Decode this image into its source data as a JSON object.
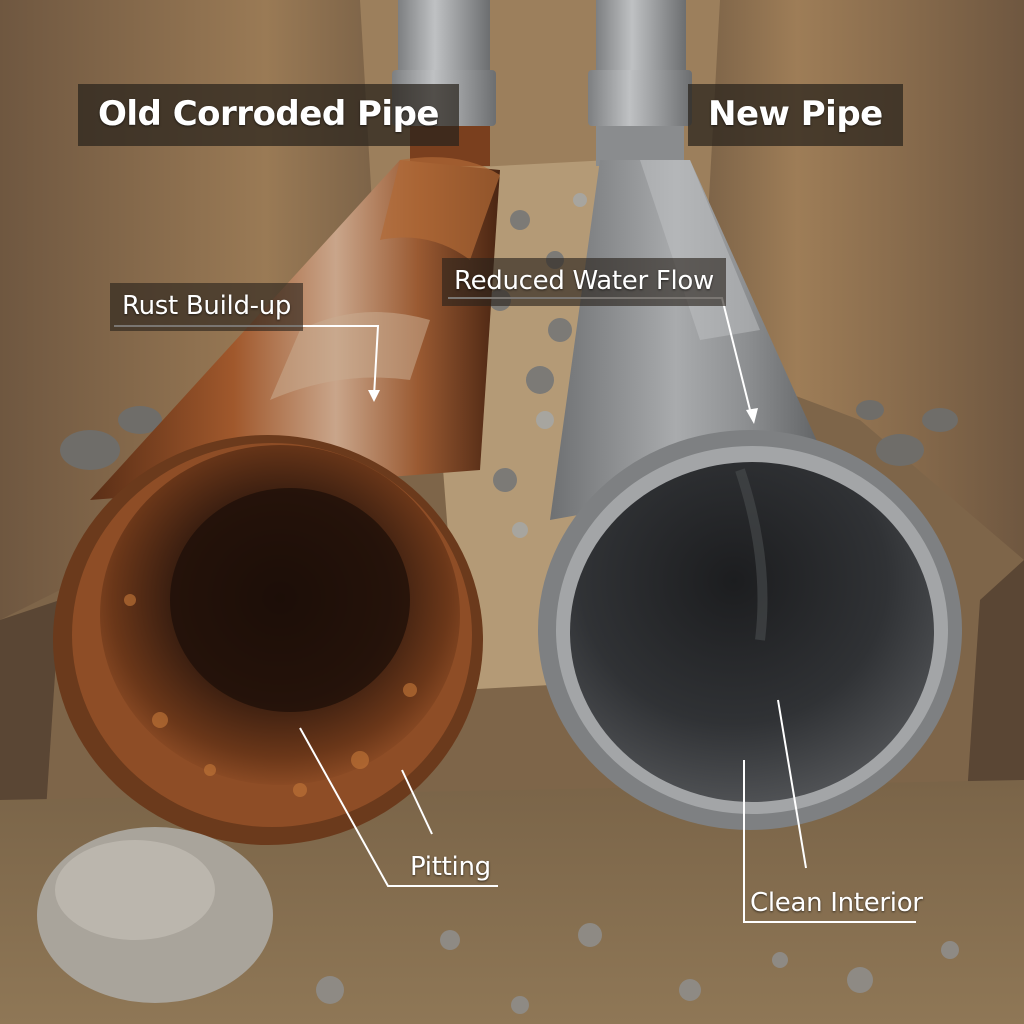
{
  "titles": {
    "old_pipe": "Old Corroded Pipe",
    "new_pipe": "New Pipe"
  },
  "callouts": {
    "rust": "Rust Build-up",
    "flow": "Reduced Water Flow",
    "pitting": "Pitting",
    "clean": "Clean Interior"
  },
  "colors": {
    "soil": "#8a6e4f",
    "soil_dark": "#5e4a36",
    "rust": "#8a4a24",
    "rust_dark": "#3a1e10",
    "pvc": "#8e9092",
    "pvc_light": "#b4b6b8",
    "pvc_interior": "#2c2e31",
    "leader_line": "#ffffff"
  }
}
